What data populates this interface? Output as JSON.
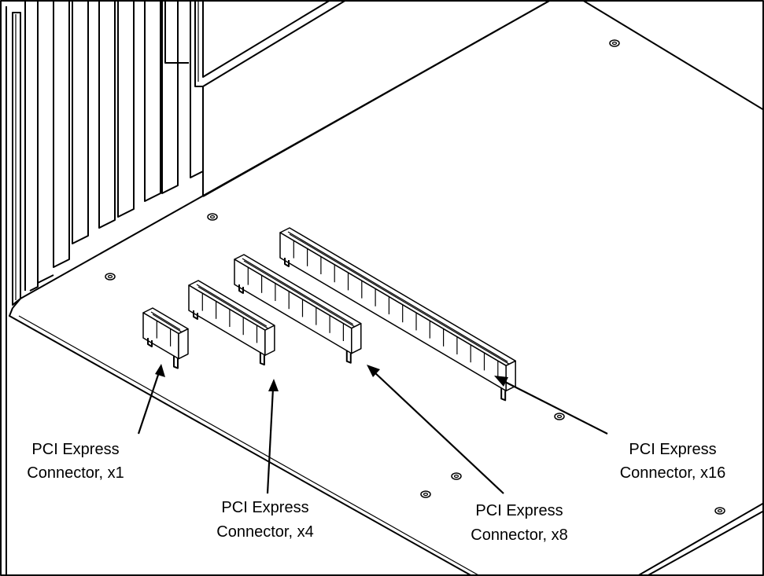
{
  "labels": {
    "x1": {
      "line1": "PCI Express",
      "line2": "Connector, x1"
    },
    "x4": {
      "line1": "PCI Express",
      "line2": "Connector, x4"
    },
    "x8": {
      "line1": "PCI Express",
      "line2": "Connector, x8"
    },
    "x16": {
      "line1": "PCI Express",
      "line2": "Connector, x16"
    }
  },
  "connectors": [
    {
      "id": "x1",
      "bays": 2
    },
    {
      "id": "x4",
      "bays": 5
    },
    {
      "id": "x8",
      "bays": 8
    },
    {
      "id": "x16",
      "bays": 16
    }
  ],
  "colors": {
    "line": "#000000",
    "background": "#ffffff"
  }
}
